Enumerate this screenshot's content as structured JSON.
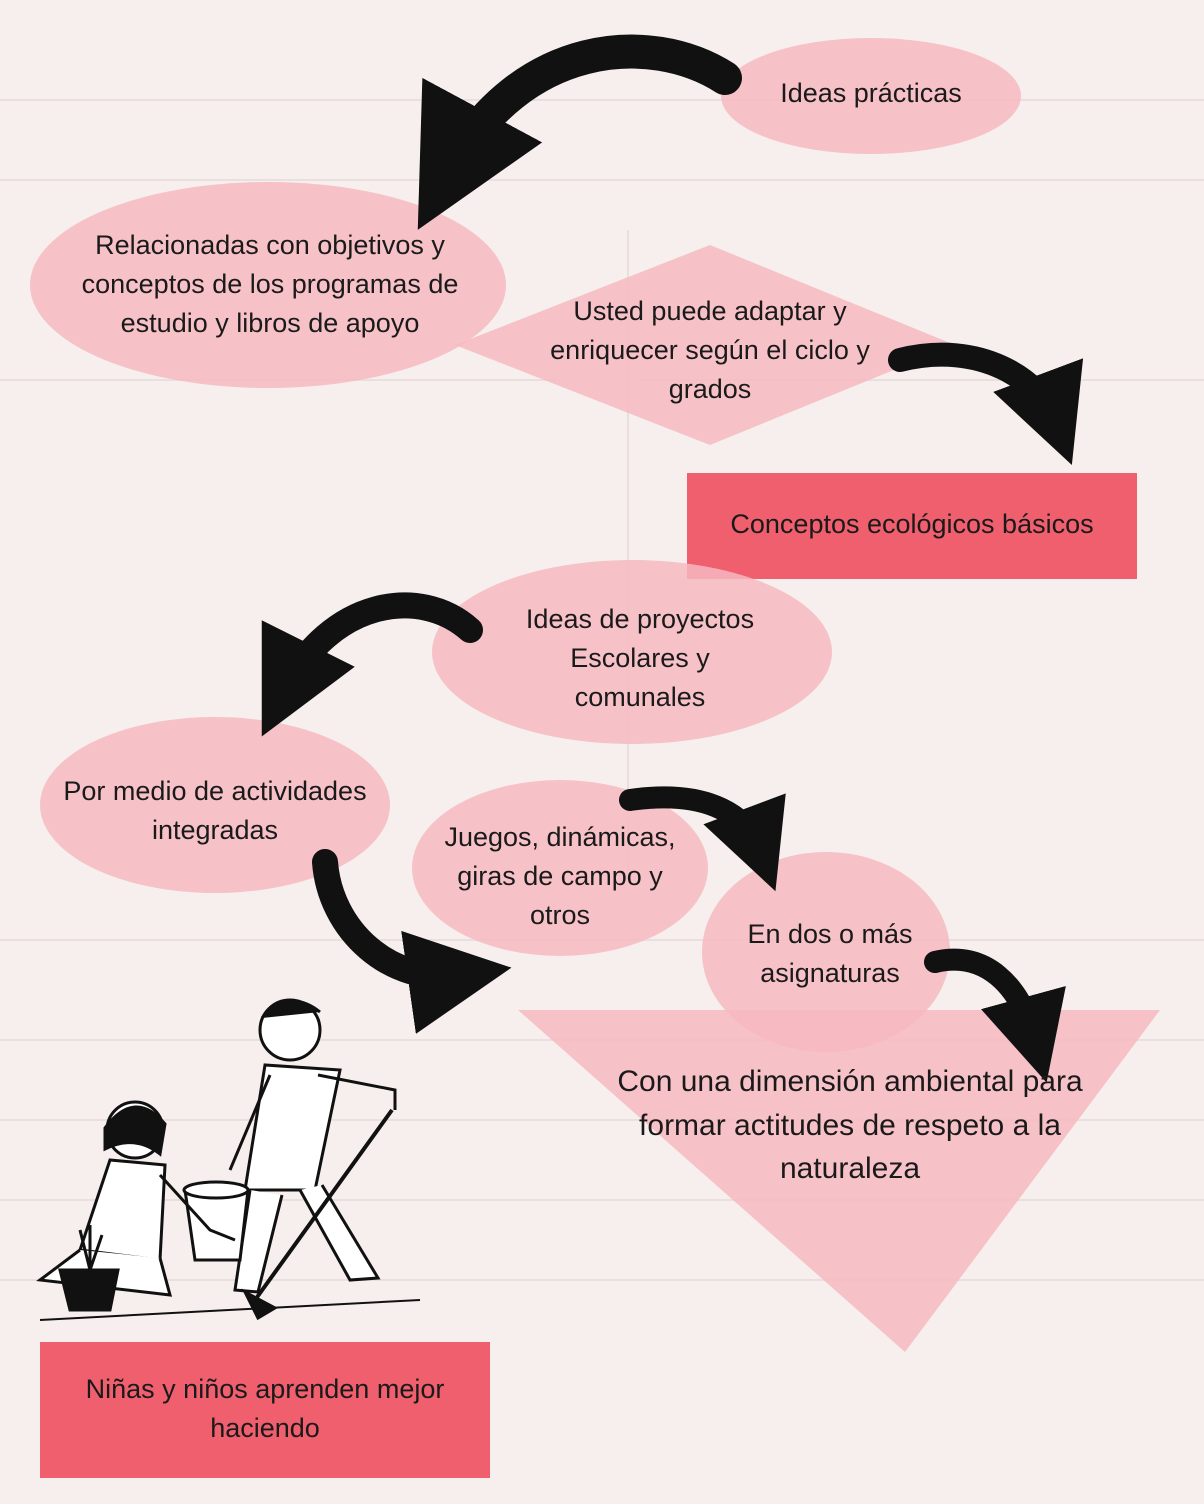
{
  "nodes": {
    "ideas_practicas": {
      "lines": [
        "Ideas prácticas"
      ]
    },
    "relacionadas": {
      "lines": [
        "Relacionadas con objetivos y",
        "conceptos de los programas de",
        "estudio y libros de apoyo"
      ]
    },
    "usted_puede": {
      "lines": [
        "Usted puede adaptar y",
        "enriquecer según el ciclo y",
        "grados"
      ]
    },
    "conceptos": {
      "lines": [
        "Conceptos ecológicos básicos"
      ]
    },
    "ideas_proyectos": {
      "lines": [
        "Ideas de proyectos",
        "Escolares y",
        "comunales"
      ]
    },
    "por_medio": {
      "lines": [
        "Por medio de actividades",
        "integradas"
      ]
    },
    "juegos": {
      "lines": [
        "Juegos, dinámicas,",
        "giras de campo y",
        "otros"
      ]
    },
    "dos_o_mas": {
      "lines": [
        "En dos o más",
        "asignaturas"
      ]
    },
    "dimension": {
      "lines": [
        "Con una dimensión ambiental para",
        "formar actitudes de respeto a la",
        "naturaleza"
      ]
    },
    "ninas": {
      "lines": [
        "Niñas y niños aprenden mejor",
        "haciendo"
      ]
    }
  },
  "colors": {
    "pink_shape": "#f7b9c1",
    "red_box": "#ef5f6e",
    "arrow": "#111111",
    "background": "#f7efed"
  },
  "icons": [
    "curved-arrow-icon",
    "children-gardening-illustration"
  ]
}
